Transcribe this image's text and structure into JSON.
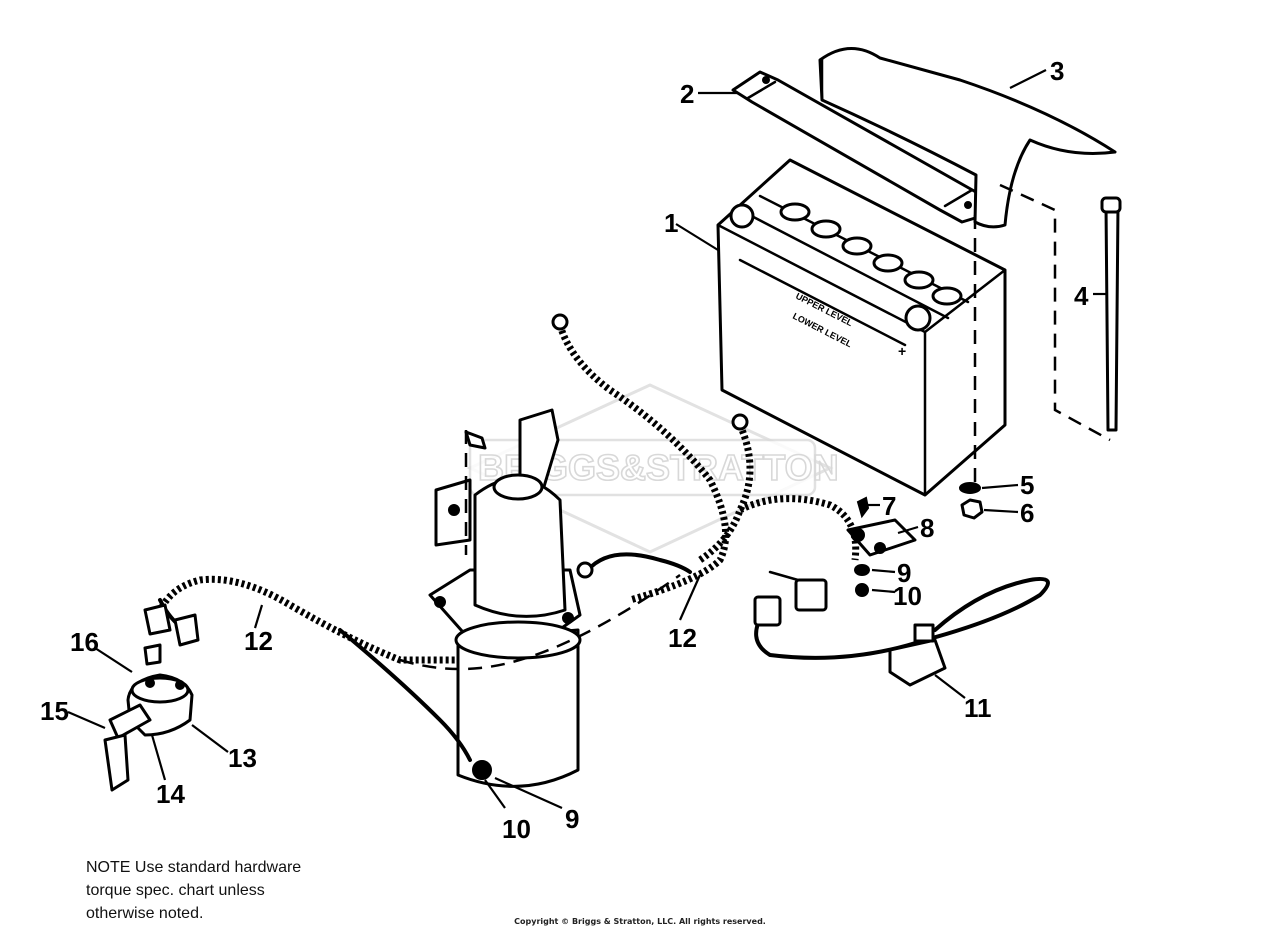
{
  "watermark": {
    "text": "BRIGGS&STRATTON"
  },
  "callouts": [
    {
      "id": "c1",
      "label": "1"
    },
    {
      "id": "c2",
      "label": "2"
    },
    {
      "id": "c3",
      "label": "3"
    },
    {
      "id": "c4",
      "label": "4"
    },
    {
      "id": "c5",
      "label": "5"
    },
    {
      "id": "c6",
      "label": "6"
    },
    {
      "id": "c7",
      "label": "7"
    },
    {
      "id": "c8",
      "label": "8"
    },
    {
      "id": "c9a",
      "label": "9"
    },
    {
      "id": "c10a",
      "label": "10"
    },
    {
      "id": "c11",
      "label": "11"
    },
    {
      "id": "c12a",
      "label": "12"
    },
    {
      "id": "c12b",
      "label": "12"
    },
    {
      "id": "c13",
      "label": "13"
    },
    {
      "id": "c14",
      "label": "14"
    },
    {
      "id": "c15",
      "label": "15"
    },
    {
      "id": "c16",
      "label": "16"
    },
    {
      "id": "c10b",
      "label": "10"
    },
    {
      "id": "c9b",
      "label": "9"
    }
  ],
  "battery_labels": {
    "upper": "UPPER LEVEL",
    "lower": "LOWER LEVEL",
    "plus": "+"
  },
  "note": {
    "lines": [
      "NOTE  Use standard hardware",
      "torque spec. chart unless",
      "otherwise noted."
    ]
  },
  "copyright": "Copyright © Briggs & Stratton, LLC. All rights reserved."
}
